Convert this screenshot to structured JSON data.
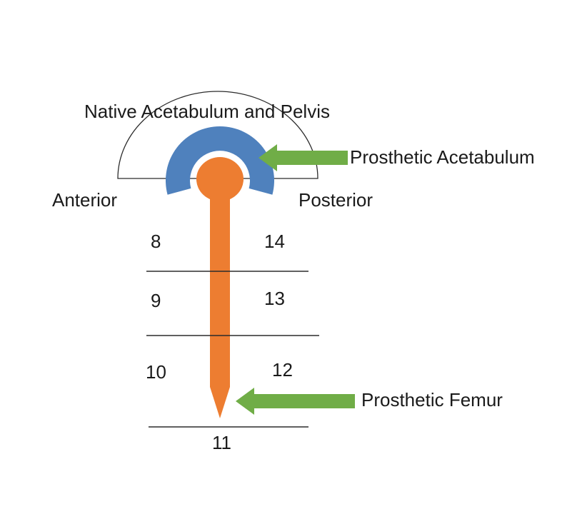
{
  "figure": {
    "title": "Native Acetabulum and Pelvis",
    "anterior_label": "Anterior",
    "posterior_label": "Posterior",
    "acetabulum_arrow_label": "Prosthetic Acetabulum",
    "femur_arrow_label": "Prosthetic Femur",
    "zones": {
      "z8": "8",
      "z9": "9",
      "z10": "10",
      "z11": "11",
      "z12": "12",
      "z13": "13",
      "z14": "14"
    },
    "colors": {
      "prosthetic_cup_blue": "#4f81bd",
      "implant_orange": "#ed7d31",
      "arrow_green": "#70ad47",
      "outline_black": "#2b2b2b"
    }
  }
}
